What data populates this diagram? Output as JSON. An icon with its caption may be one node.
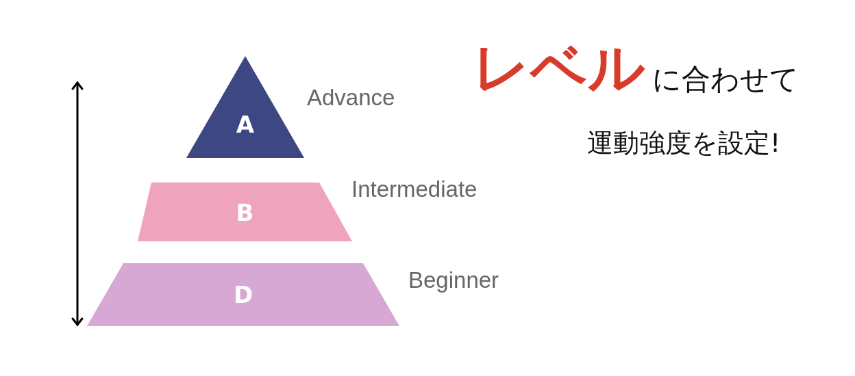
{
  "diagram": {
    "nodes": [
      {
        "text": [
          "A"
        ],
        "beside": [
          "Advance"
        ]
      },
      {
        "text": [
          "B"
        ],
        "beside": [
          "Intermediate"
        ]
      },
      {
        "text": [
          "D"
        ],
        "beside": [
          "Beginner"
        ]
      }
    ],
    "labels": [
      "レベル",
      "に合わせて",
      "運動強度を設定!"
    ]
  }
}
